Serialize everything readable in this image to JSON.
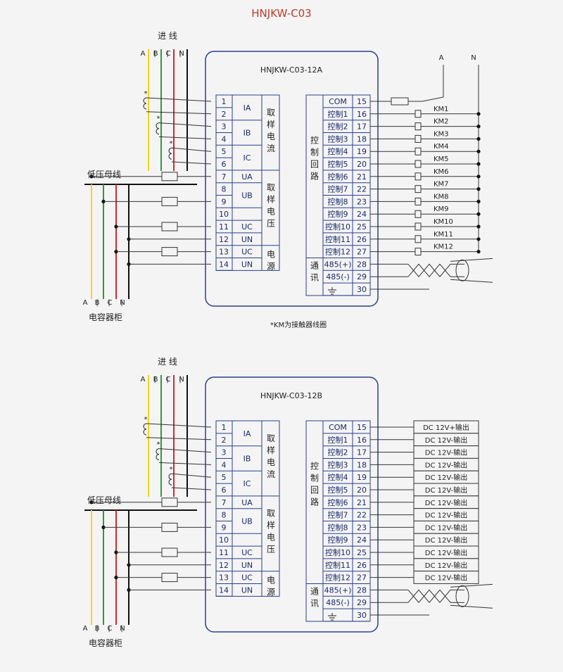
{
  "title": "HNJKW-C03",
  "diagrams": [
    {
      "model": "HNJKW-C03-12A",
      "incoming_line": "进 线",
      "phases": [
        "A",
        "B",
        "C",
        "N"
      ],
      "busbar": "低压母线",
      "cabinet": "电容器柜",
      "ct_mark": "*",
      "left_terminals": [
        "1",
        "2",
        "3",
        "4",
        "5",
        "6",
        "7",
        "8",
        "9",
        "10",
        "11",
        "12",
        "13",
        "14"
      ],
      "left_signals": {
        "IA": "IA",
        "IB": "IB",
        "IC": "IC",
        "UA": "UA",
        "UB": "UB",
        "UC1": "UC",
        "UN1": "UN",
        "UC2": "UC",
        "UN2": "UN"
      },
      "group_current": "取样电流",
      "group_voltage": "取样电压",
      "group_power": "电源",
      "group_control": "控制回路",
      "group_comm": "通讯",
      "right_labels": [
        "COM",
        "控制1",
        "控制2",
        "控制3",
        "控制4",
        "控制5",
        "控制6",
        "控制7",
        "控制8",
        "控制9",
        "控制10",
        "控制11",
        "控制12",
        "485(+)",
        "485(-)"
      ],
      "right_terminals": [
        "15",
        "16",
        "17",
        "18",
        "19",
        "20",
        "21",
        "22",
        "23",
        "24",
        "25",
        "26",
        "27",
        "28",
        "29",
        "30"
      ],
      "supply_a": "A",
      "supply_n": "N",
      "outputs": [
        "KM1",
        "KM2",
        "KM3",
        "KM4",
        "KM5",
        "KM6",
        "KM7",
        "KM8",
        "KM9",
        "KM10",
        "KM11",
        "KM12"
      ],
      "note": "*KM为接触器线圈"
    },
    {
      "model": "HNJKW-C03-12B",
      "incoming_line": "进 线",
      "phases": [
        "A",
        "B",
        "C",
        "N"
      ],
      "busbar": "低压母线",
      "cabinet": "电容器柜",
      "ct_mark": "*",
      "left_terminals": [
        "1",
        "2",
        "3",
        "4",
        "5",
        "6",
        "7",
        "8",
        "9",
        "10",
        "11",
        "12",
        "13",
        "14"
      ],
      "left_signals": {
        "IA": "IA",
        "IB": "IB",
        "IC": "IC",
        "UA": "UA",
        "UB": "UB",
        "UC1": "UC",
        "UN1": "UN",
        "UC2": "UC",
        "UN2": "UN"
      },
      "group_current": "取样电流",
      "group_voltage": "取样电压",
      "group_power": "电源",
      "group_control": "控制回路",
      "group_comm": "通讯",
      "right_labels": [
        "COM",
        "控制1",
        "控制2",
        "控制3",
        "控制4",
        "控制5",
        "控制6",
        "控制7",
        "控制8",
        "控制9",
        "控制10",
        "控制11",
        "控制12",
        "485(+)",
        "485(-)"
      ],
      "right_terminals": [
        "15",
        "16",
        "17",
        "18",
        "19",
        "20",
        "21",
        "22",
        "23",
        "24",
        "25",
        "26",
        "27",
        "28",
        "29",
        "30"
      ],
      "outputs": [
        "DC 12V+输出",
        "DC 12V-输出",
        "DC 12V-输出",
        "DC 12V-输出",
        "DC 12V-输出",
        "DC 12V-输出",
        "DC 12V-输出",
        "DC 12V-输出",
        "DC 12V-输出",
        "DC 12V-输出",
        "DC 12V-输出",
        "DC 12V-输出",
        "DC 12V-输出"
      ]
    }
  ],
  "colors": {
    "phase_a": "#f2d51b",
    "phase_b": "#2e9a3c",
    "phase_c": "#d42a2a",
    "phase_n": "#111111",
    "box_border": "#2c3e8c",
    "line": "#333333",
    "title": "#c0392b"
  }
}
